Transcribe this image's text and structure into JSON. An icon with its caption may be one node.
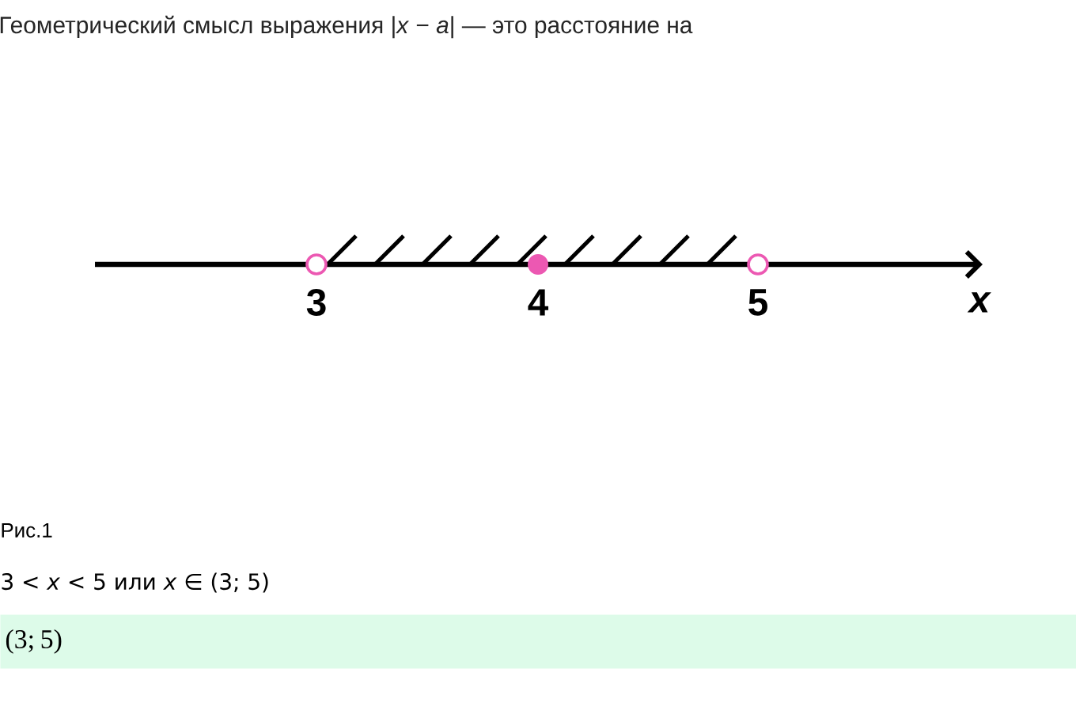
{
  "diagram": {
    "caption": "Рис.1",
    "nodes": [
      {
        "text": [
          "(3; 5)"
        ]
      }
    ],
    "labels": [
      "Геометрический смысл выражения |*x* − *a*| — это расстояние на",
      "3",
      "4",
      "5",
      "x",
      "3 < *x* < 5 или *x* ∈ (3; 5)"
    ]
  }
}
